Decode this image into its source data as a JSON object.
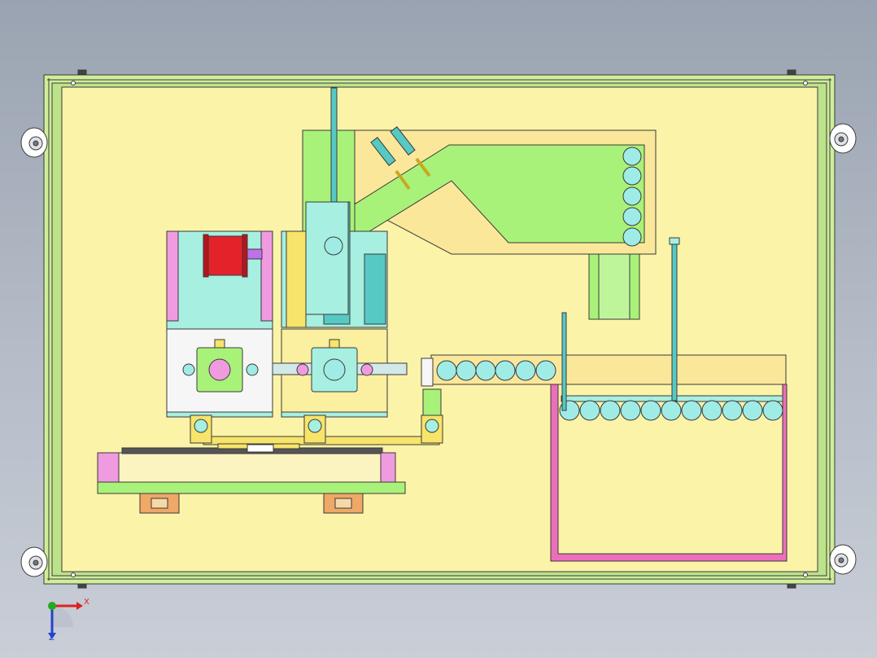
{
  "title": "",
  "colors": {
    "background_top": "#9aa3b1",
    "background_bottom": "#c9ced7",
    "plate": "#fbf3a8",
    "frame": "#cfee9a",
    "frame_edge": "#3a3a3a",
    "bright_green": "#a9f279",
    "cyan_block": "#a7efe0",
    "teal_rod": "#57c9c4",
    "magenta": "#f09be0",
    "pink_tray": "#ec6fb9",
    "red_coil": "#e4222a",
    "purple": "#c070ea",
    "yellow_part": "#f7e46a",
    "orange_part": "#efa865",
    "white_block": "#f6f6f6",
    "roller": "#9fece6"
  },
  "components": {
    "fixed_rollers_right_track": 5,
    "rollers_on_feed_track": 6,
    "rollers_in_tray_row": 11,
    "clamp_holes": 3
  },
  "triad": {
    "x_label": "X",
    "z_label": "Z"
  }
}
